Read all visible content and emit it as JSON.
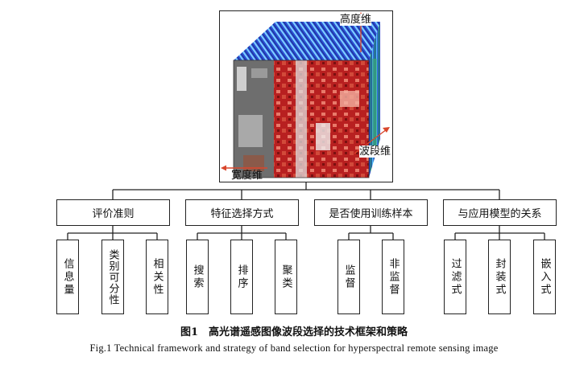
{
  "cube": {
    "axis_height": "高度维",
    "axis_band": "波段维",
    "axis_width": "宽度维"
  },
  "categories": [
    {
      "label": "评价准则",
      "items": [
        "信息量",
        "类别可分性",
        "相关性"
      ]
    },
    {
      "label": "特征选择方式",
      "items": [
        "搜索",
        "排序",
        "聚类"
      ]
    },
    {
      "label": "是否使用训练样本",
      "items": [
        "监督",
        "非监督"
      ]
    },
    {
      "label": "与应用模型的关系",
      "items": [
        "过滤式",
        "封装式",
        "嵌入式"
      ]
    }
  ],
  "caption": {
    "zh": "图1　高光谱遥感图像波段选择的技术框架和策略",
    "en": "Fig.1  Technical framework and strategy of band selection for hyperspectral remote sensing image"
  }
}
